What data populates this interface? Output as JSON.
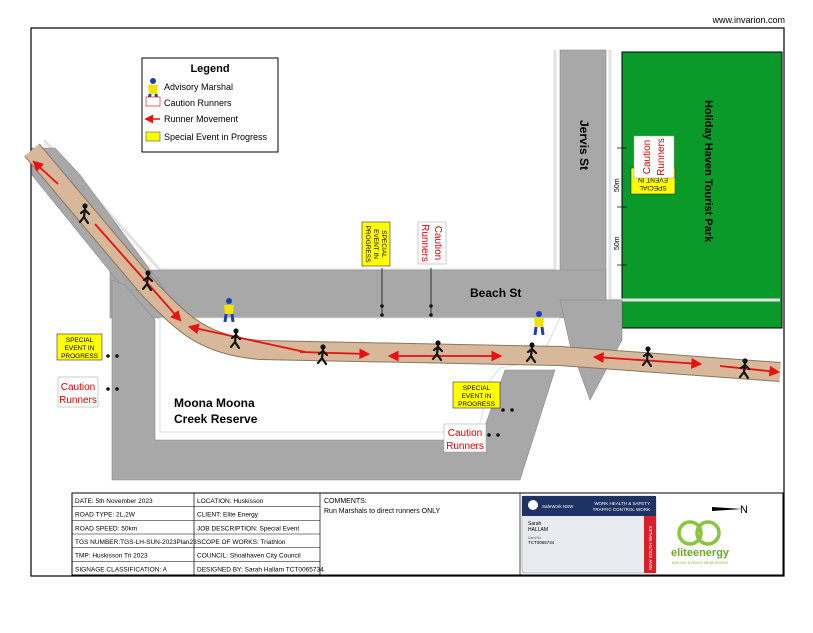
{
  "site_url": "www.invarion.com",
  "legend": {
    "title": "Legend",
    "items": [
      {
        "label": "Advisory Marshal",
        "icon": "marshal-icon"
      },
      {
        "label": "Caution Runners",
        "icon": "caution-runners-sign-icon"
      },
      {
        "label": "Runner Movement",
        "icon": "runner-movement-arrow-icon"
      },
      {
        "label": "Special Event in Progress",
        "icon": "special-event-sign-icon"
      }
    ]
  },
  "streets": {
    "jervis": "Jervis St",
    "beach": "Beach St"
  },
  "places": {
    "holiday_park": "Holiday Haven Tourist Park",
    "reserve_line1": "Moona Moona",
    "reserve_line2": "Creek Reserve"
  },
  "signs": {
    "caution_line1": "Caution",
    "caution_line2": "Runners",
    "special_line1": "SPECIAL",
    "special_line2": "EVENT IN",
    "special_line3": "PROGRESS"
  },
  "distances": {
    "d1": "50m",
    "d2": "50m"
  },
  "title_block": {
    "col1": [
      "DATE: 5th November 2023",
      "ROAD TYPE: 2L,2W",
      "ROAD SPEED: 50km",
      "TGS NUMBER:TGS-LH-SUN-2023Plan23",
      "TMP: Huskisson Tri 2023",
      "SIGNAGE CLASSIFICATION: A"
    ],
    "col2": [
      "LOCATION: Huskisson",
      "CLIENT: Elite Energy",
      "JOB DESCRIPTION: Special Event",
      "SCOPE OF WORKS: Triathlon",
      "COUNCIL: Shoalhaven City Council",
      "DESIGNED BY: Sarah Hallam TCT0065734"
    ],
    "comments_title": "COMMENTS:",
    "comments_text": "Run Marshals to direct runners ONLY"
  },
  "card": {
    "agency": "SafeWork NSW",
    "heading_line1": "WORK HEALTH & SAFETY",
    "heading_line2": "TRAFFIC CONTROL WORK",
    "name_line1": "Sarah",
    "name_line2": "HALLAM",
    "card_no_label": "Card No",
    "card_no": "TCT0065734",
    "state": "NEW SOUTH WALES"
  },
  "logo": {
    "name": "eliteenergy",
    "tagline": "MAKING EVENTS MEMORABLE"
  },
  "north": "N",
  "colors": {
    "road": "#a8a8a8",
    "path": "#d8b89a",
    "park": "#0a9a2a",
    "sign_yellow": "#ffff00",
    "arrow_red": "#e81010"
  }
}
